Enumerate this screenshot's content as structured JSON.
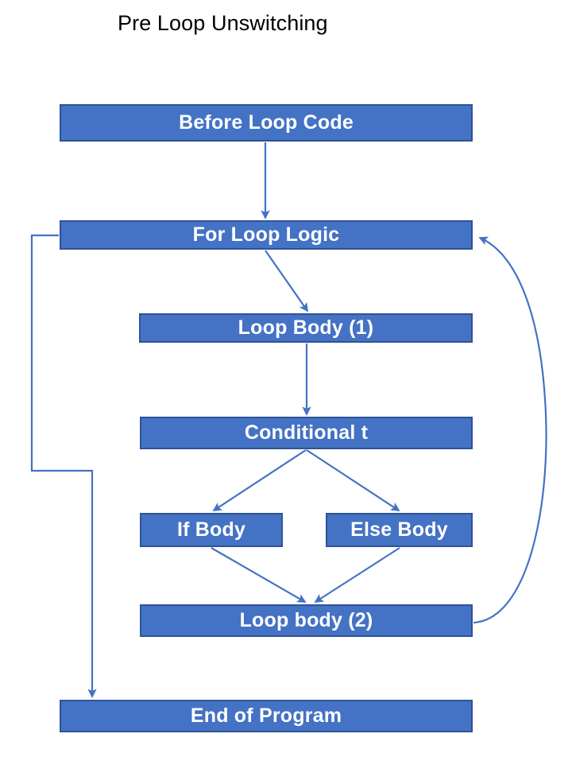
{
  "diagram": {
    "title": "Pre Loop Unswitching",
    "type": "flowchart",
    "background_color": "#FFFFFF",
    "node_fill_color": "#4472C4",
    "node_border_color": "#2E5496",
    "node_text_color": "#FFFFFF",
    "connector_color": "#4472C4",
    "title_color": "#000000",
    "nodes": [
      {
        "id": "before_loop_code",
        "label": "Before Loop Code"
      },
      {
        "id": "for_loop_logic",
        "label": "For Loop Logic"
      },
      {
        "id": "loop_body_1",
        "label": "Loop Body (1)"
      },
      {
        "id": "conditional_t",
        "label": "Conditional t"
      },
      {
        "id": "if_body",
        "label": "If Body"
      },
      {
        "id": "else_body",
        "label": "Else Body"
      },
      {
        "id": "loop_body_2",
        "label": "Loop body (2)"
      },
      {
        "id": "end_of_program",
        "label": "End of Program"
      }
    ],
    "edges": [
      {
        "from": "before_loop_code",
        "to": "for_loop_logic",
        "style": "straight-down"
      },
      {
        "from": "for_loop_logic",
        "to": "loop_body_1",
        "style": "diagonal"
      },
      {
        "from": "loop_body_1",
        "to": "conditional_t",
        "style": "straight-down"
      },
      {
        "from": "conditional_t",
        "to": "if_body",
        "style": "diagonal-left"
      },
      {
        "from": "conditional_t",
        "to": "else_body",
        "style": "diagonal-right"
      },
      {
        "from": "if_body",
        "to": "loop_body_2",
        "style": "diagonal-right"
      },
      {
        "from": "else_body",
        "to": "loop_body_2",
        "style": "diagonal-left"
      },
      {
        "from": "loop_body_2",
        "to": "for_loop_logic",
        "style": "curved-back-right"
      },
      {
        "from": "for_loop_logic",
        "to": "end_of_program",
        "style": "orthogonal-left-exit"
      }
    ]
  }
}
